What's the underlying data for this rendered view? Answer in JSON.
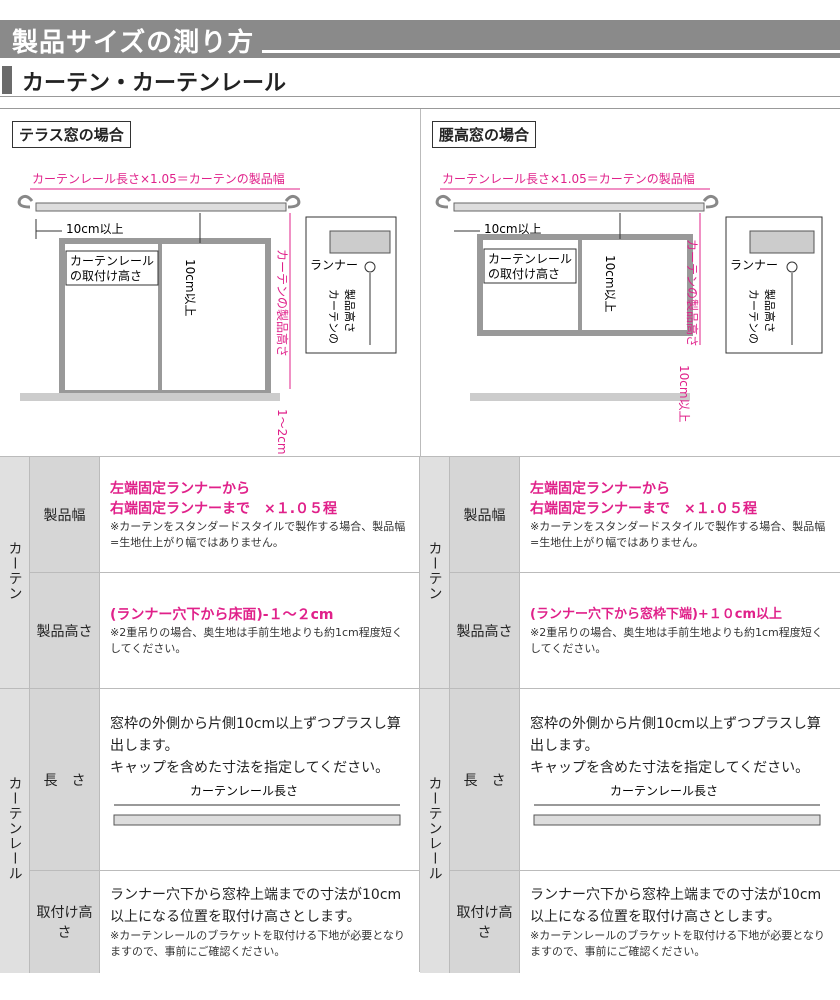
{
  "header": {
    "title": "製品サイズの測り方",
    "subtitle": "カーテン・カーテンレール"
  },
  "terrace": {
    "case_label": "テラス窓の場合",
    "rail_formula": "カーテンレール長さ×1.05＝カーテンの製品幅",
    "ten_cm": "10cm以上",
    "mount_height": "カーテンレール\nの取付け高さ",
    "mount_v": "10cm以上",
    "curtain_height": "カーテンの製品高さ",
    "floor_gap": "1〜2cm",
    "runner": "ランナー",
    "detail_height": "カーテンの\n製品高さ"
  },
  "waist": {
    "case_label": "腰高窓の場合",
    "rail_formula": "カーテンレール長さ×1.05＝カーテンの製品幅",
    "ten_cm": "10cm以上",
    "mount_height": "カーテンレール\nの取付け高さ",
    "mount_v": "10cm以上",
    "curtain_height": "カーテンの製品高さ",
    "sill_gap": "10cm以上",
    "runner": "ランナー",
    "detail_height": "カーテンの\n製品高さ"
  },
  "colors": {
    "accent_pink": "#e0218a",
    "banner_gray": "#8a8a8a"
  },
  "tables": {
    "curtain_label": "カーテン",
    "rail_label": "カーテンレール",
    "width_label": "製品幅",
    "height_label": "製品高さ",
    "length_label": "長　さ",
    "mount_label": "取付け高さ",
    "left": {
      "width_pink_1": "左端固定ランナーから",
      "width_pink_2": "右端固定ランナーまで",
      "width_factor": "×１.０５程",
      "width_note": "※カーテンをスタンダードスタイルで製作する場合、製品幅=生地仕上がり幅ではありません。",
      "height_pink": "(ランナー穴下から床面)-１～２cm",
      "height_note": "※2重吊りの場合、奥生地は手前生地よりも約1cm程度短くしてください。",
      "length_text": "窓枠の外側から片側10cm以上ずつプラスし算出します。\nキャップを含めた寸法を指定してください。",
      "length_rail_label": "カーテンレール長さ",
      "mount_text": "ランナー穴下から窓枠上端までの寸法が10cm以上になる位置を取付け高さとします。",
      "mount_note": "※カーテンレールのブラケットを取付ける下地が必要となりますので、事前にご確認ください。"
    },
    "right": {
      "width_pink_1": "左端固定ランナーから",
      "width_pink_2": "右端固定ランナーまで",
      "width_factor": "×１.０５程",
      "width_note": "※カーテンをスタンダードスタイルで製作する場合、製品幅=生地仕上がり幅ではありません。",
      "height_pink": "(ランナー穴下から窓枠下端)+１０cm以上",
      "height_note": "※2重吊りの場合、奥生地は手前生地よりも約1cm程度短くしてください。",
      "length_text": "窓枠の外側から片側10cm以上ずつプラスし算出します。\nキャップを含めた寸法を指定してください。",
      "length_rail_label": "カーテンレール長さ",
      "mount_text": "ランナー穴下から窓枠上端までの寸法が10cm以上になる位置を取付け高さとします。",
      "mount_note": "※カーテンレールのブラケットを取付ける下地が必要となりますので、事前にご確認ください。"
    }
  }
}
